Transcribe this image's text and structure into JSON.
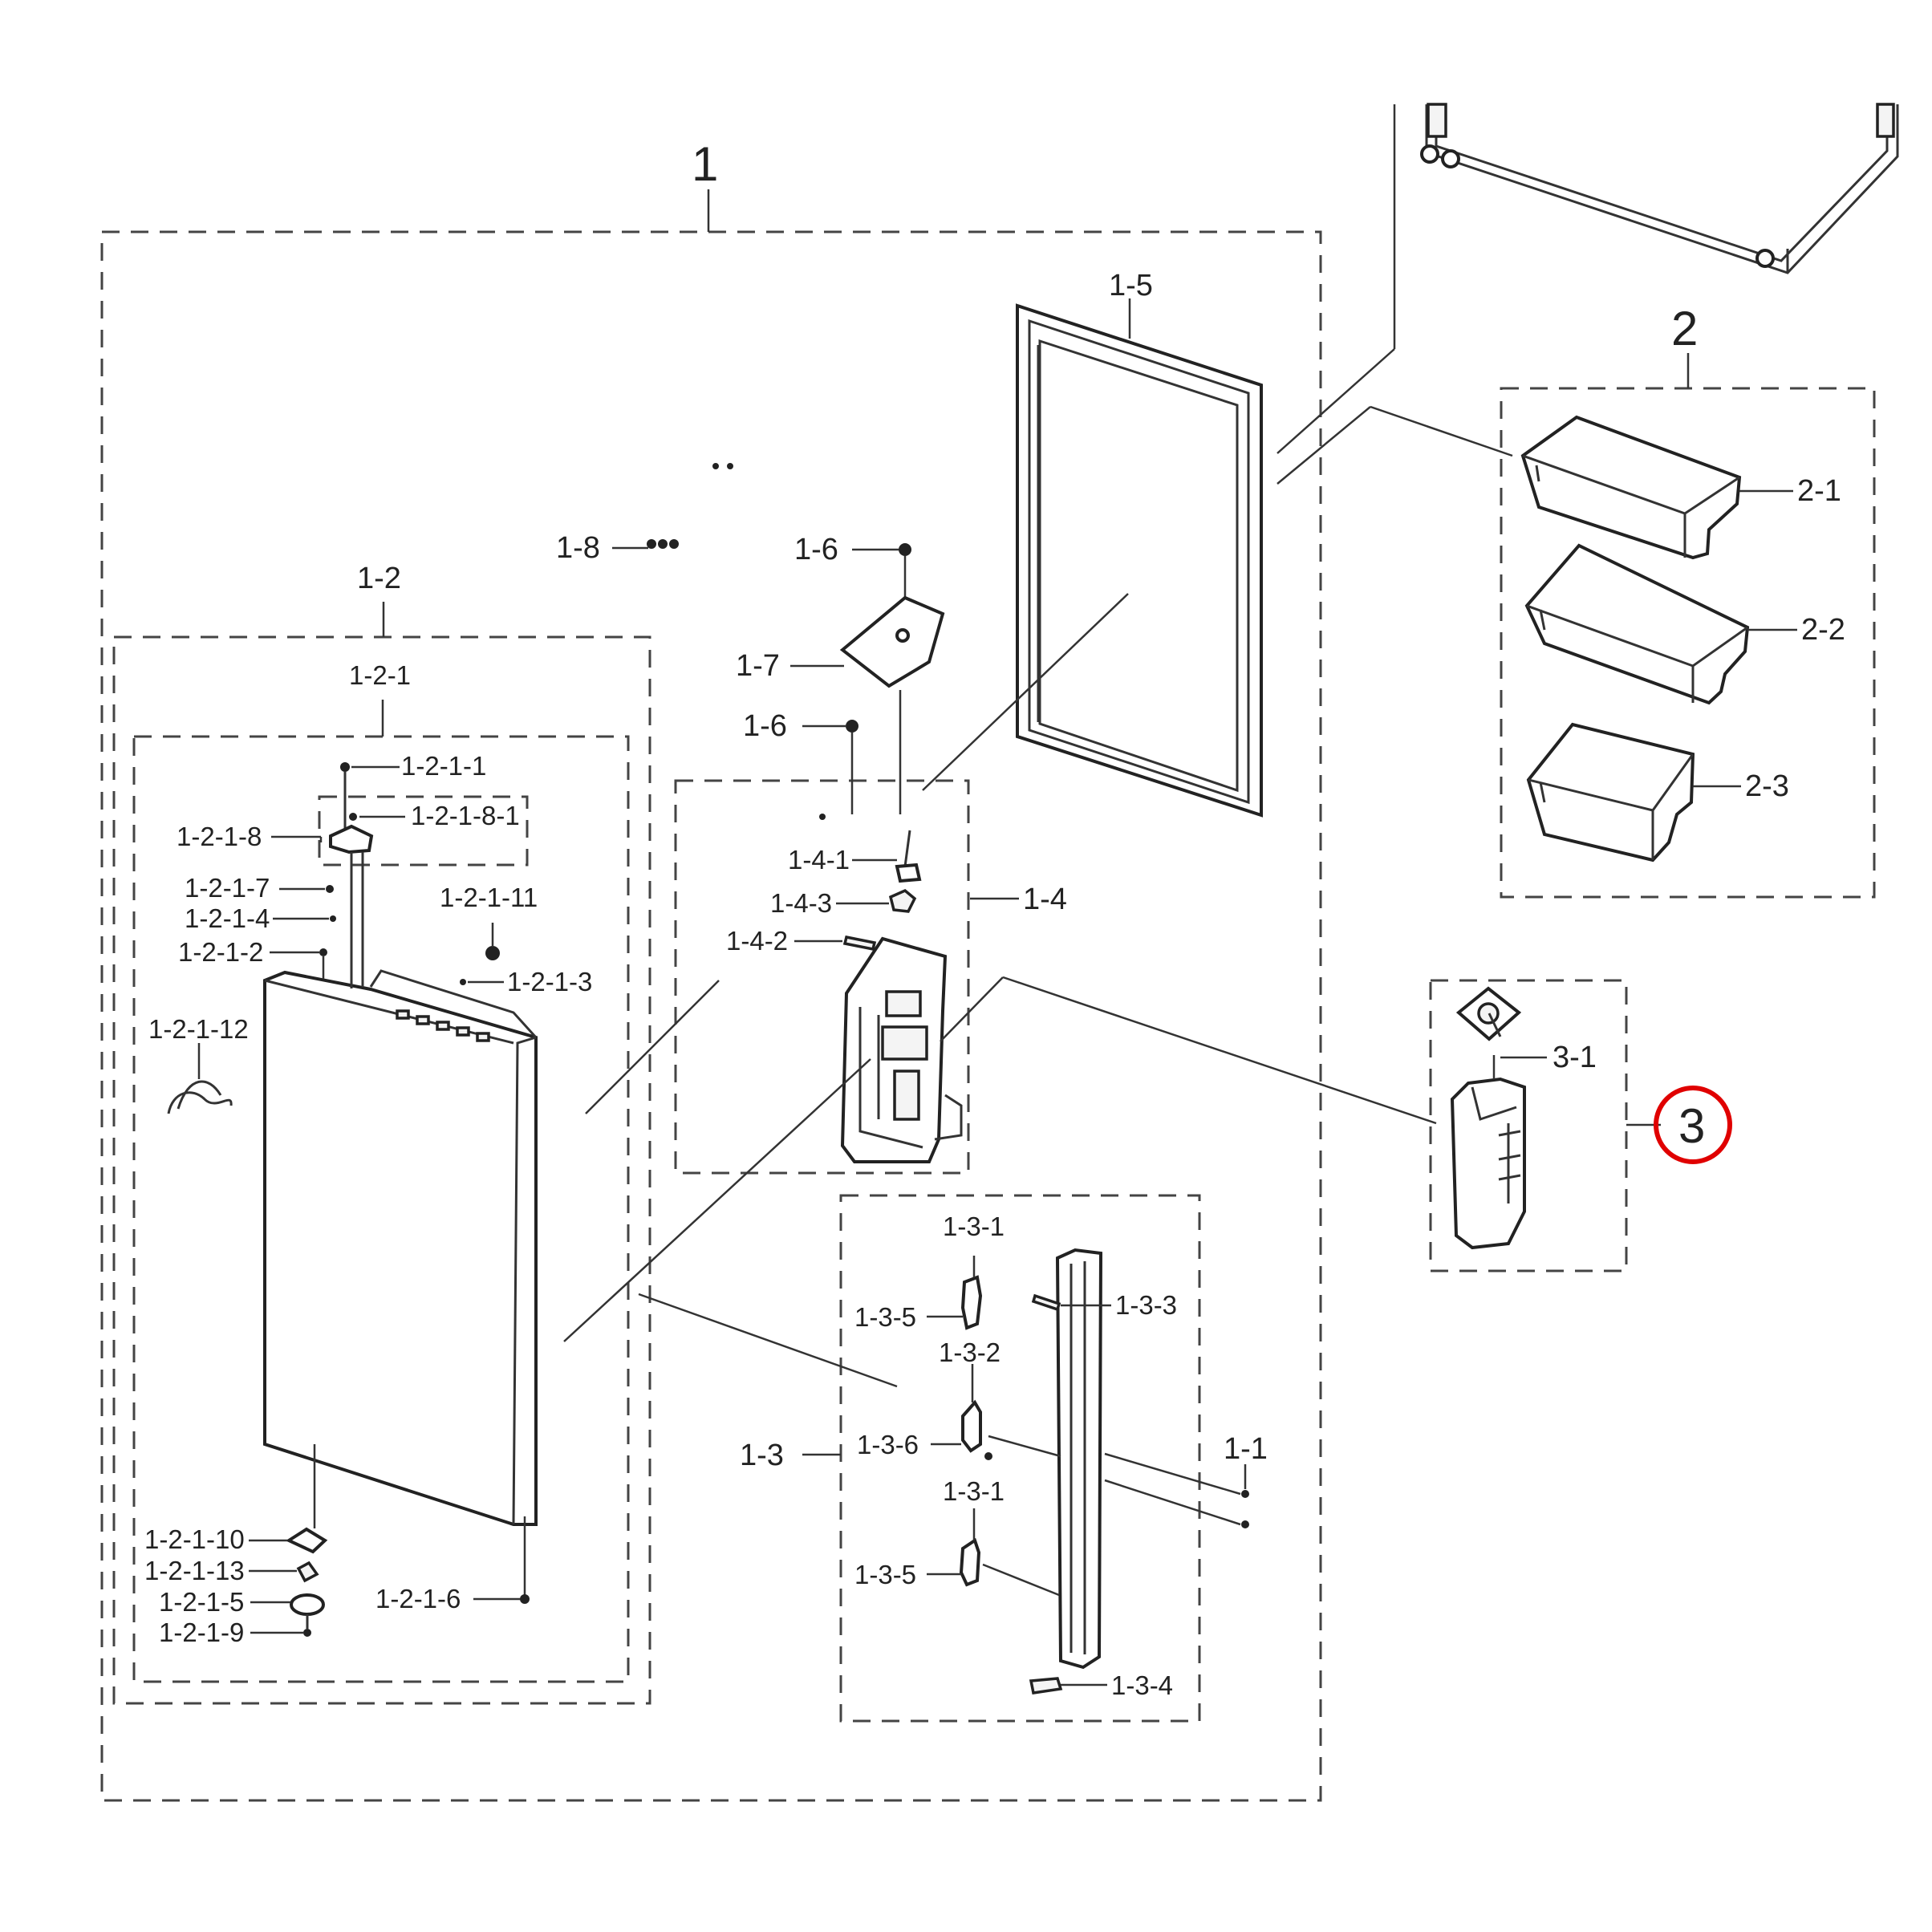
{
  "labels": {
    "L1": "1",
    "L2": "2",
    "L1_1": "1-1",
    "L1_2": "1-2",
    "L1_2_1": "1-2-1",
    "L1_2_1_1": "1-2-1-1",
    "L1_2_1_2": "1-2-1-2",
    "L1_2_1_3": "1-2-1-3",
    "L1_2_1_4": "1-2-1-4",
    "L1_2_1_5": "1-2-1-5",
    "L1_2_1_6": "1-2-1-6",
    "L1_2_1_7": "1-2-1-7",
    "L1_2_1_8": "1-2-1-8",
    "L1_2_1_8_1": "1-2-1-8-1",
    "L1_2_1_9": "1-2-1-9",
    "L1_2_1_10": "1-2-1-10",
    "L1_2_1_11": "1-2-1-11",
    "L1_2_1_12": "1-2-1-12",
    "L1_2_1_13": "1-2-1-13",
    "L1_3": "1-3",
    "L1_3_1a": "1-3-1",
    "L1_3_1b": "1-3-1",
    "L1_3_2": "1-3-2",
    "L1_3_3": "1-3-3",
    "L1_3_4": "1-3-4",
    "L1_3_5a": "1-3-5",
    "L1_3_5b": "1-3-5",
    "L1_3_6": "1-3-6",
    "L1_4": "1-4",
    "L1_4_1": "1-4-1",
    "L1_4_2": "1-4-2",
    "L1_4_3": "1-4-3",
    "L1_5": "1-5",
    "L1_6a": "1-6",
    "L1_6b": "1-6",
    "L1_7": "1-7",
    "L1_8": "1-8",
    "L2_1": "2-1",
    "L2_2": "2-2",
    "L2_3": "2-3",
    "L3": "3",
    "L3_1": "3-1"
  },
  "highlight": {
    "label_key": "L3",
    "color": "#e00000"
  }
}
